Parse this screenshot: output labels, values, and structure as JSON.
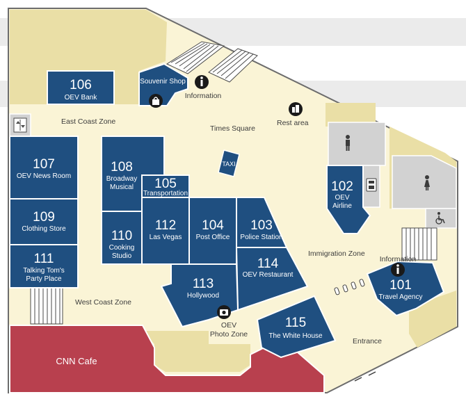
{
  "colors": {
    "room": "#1f4f80",
    "floor": "#faf4d6",
    "wall": "#eadfa6",
    "cafe": "#b8404e",
    "utility": "#d2d2d2",
    "outline": "#6c6c6c",
    "text": "#3c3c3c"
  },
  "rooms": [
    {
      "id": "106",
      "number": "106",
      "name": "OEV Bank"
    },
    {
      "id": "107",
      "number": "107",
      "name": "OEV News Room"
    },
    {
      "id": "109",
      "number": "109",
      "name": "Clothing Store"
    },
    {
      "id": "111",
      "number": "111",
      "name_line1": "Talking Tom's",
      "name_line2": "Party Place"
    },
    {
      "id": "108",
      "number": "108",
      "name_line1": "Broadway",
      "name_line2": "Musical"
    },
    {
      "id": "110",
      "number": "110",
      "name_line1": "Cooking",
      "name_line2": "Studio"
    },
    {
      "id": "105",
      "number": "105",
      "name": "Transportation"
    },
    {
      "id": "112",
      "number": "112",
      "name": "Las Vegas"
    },
    {
      "id": "104",
      "number": "104",
      "name": "Post Office"
    },
    {
      "id": "103",
      "number": "103",
      "name": "Police Station"
    },
    {
      "id": "114",
      "number": "114",
      "name": "OEV Restaurant"
    },
    {
      "id": "113",
      "number": "113",
      "name": "Hollywood"
    },
    {
      "id": "115",
      "number": "115",
      "name": "The White House"
    },
    {
      "id": "102",
      "number": "102",
      "name_line1": "OEV",
      "name_line2": "Airline"
    },
    {
      "id": "101",
      "number": "101",
      "name": "Travel Agency"
    }
  ],
  "labels": {
    "souvenir_shop": "Souvenir Shop",
    "information_top": "Information",
    "information_right": "Information",
    "east_coast_zone": "East Coast Zone",
    "times_square": "Times Square",
    "rest_area": "Rest area",
    "taxi": "TAXI",
    "immigration_zone": "Immigration Zone",
    "west_coast_zone": "West Coast Zone",
    "photo_zone_line1": "OEV",
    "photo_zone_line2": "Photo Zone",
    "entrance": "Entrance",
    "cnn_cafe": "CNN Cafe"
  },
  "icons": [
    "information-icon",
    "shopping-bag-icon",
    "rest-area-icon",
    "camera-icon",
    "elevator-icon",
    "mens-restroom-icon",
    "womens-restroom-icon",
    "wheelchair-icon",
    "phone-icon"
  ]
}
